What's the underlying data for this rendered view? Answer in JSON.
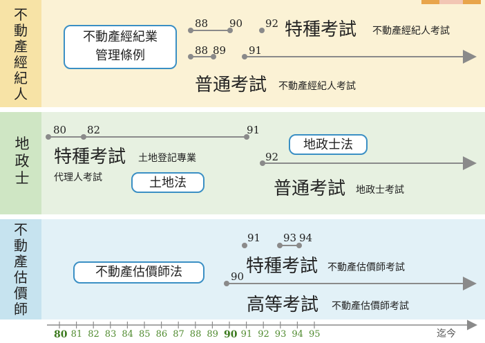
{
  "rows": {
    "realtor": {
      "title": "不動產經紀人",
      "law": "不動產經紀業\n管理條例",
      "years": [
        "88",
        "90",
        "92",
        "88",
        "89",
        "91"
      ],
      "special_exam": "特種考試",
      "special_exam_sub": "不動產經紀人考試",
      "general_exam": "普通考試",
      "general_exam_sub": "不動產經紀人考試"
    },
    "land": {
      "title": "地政士",
      "law_a": "地政士法",
      "law_b": "土地法",
      "years": [
        "80",
        "82",
        "91",
        "92"
      ],
      "special_exam": "特種考試",
      "special_exam_sub": "土地登記專業",
      "special_exam_sub2": "代理人考試",
      "general_exam": "普通考試",
      "general_exam_sub": "地政士考試"
    },
    "appraiser": {
      "title": "不動產估價師",
      "law": "不動產估價師法",
      "years": [
        "91",
        "93",
        "94",
        "90"
      ],
      "special_exam": "特種考試",
      "special_exam_sub": "不動產估價師考試",
      "high_exam": "高等考試",
      "high_exam_sub": "不動產估價師考試"
    }
  },
  "axis": {
    "ticks": [
      "80",
      "81",
      "82",
      "83",
      "84",
      "85",
      "86",
      "87",
      "88",
      "89",
      "90",
      "91",
      "92",
      "93",
      "94",
      "95"
    ],
    "emphasized": [
      "80",
      "90"
    ],
    "end_label": "迄今"
  },
  "colors": {
    "line": "#8a8a8a",
    "arrow": "#8a8a8a",
    "box_border": "#3a8fc4",
    "emphasis_tick": "#3c7a1e"
  }
}
